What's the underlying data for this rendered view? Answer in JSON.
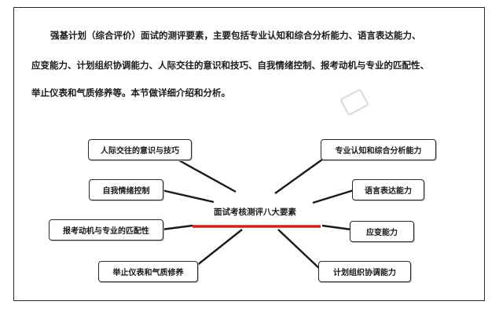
{
  "intro": {
    "line1": "强基计划（综合评价）面试的测评要素，主要包括专业认知和综合分析能力、语言表达能力、",
    "line2": "应变能力、计划组织协调能力、人际交往的意识和技巧、自我情绪控制、报考动机与专业的匹配性、",
    "line3": "举止仪表和气质修养等。本节做详细介绍和分析。"
  },
  "diagram": {
    "center": "面试考核测评八大要素",
    "left_nodes": [
      "人际交往的意识与技巧",
      "自我情绪控制",
      "报考动机与专业的匹配性",
      "举止仪表和气质修养"
    ],
    "right_nodes": [
      "专业认知和综合分析能力",
      "语言表达能力",
      "应变能力",
      "计划组织协调能力"
    ],
    "accent_color": "#d42020",
    "line_color": "#1a1a1a"
  }
}
